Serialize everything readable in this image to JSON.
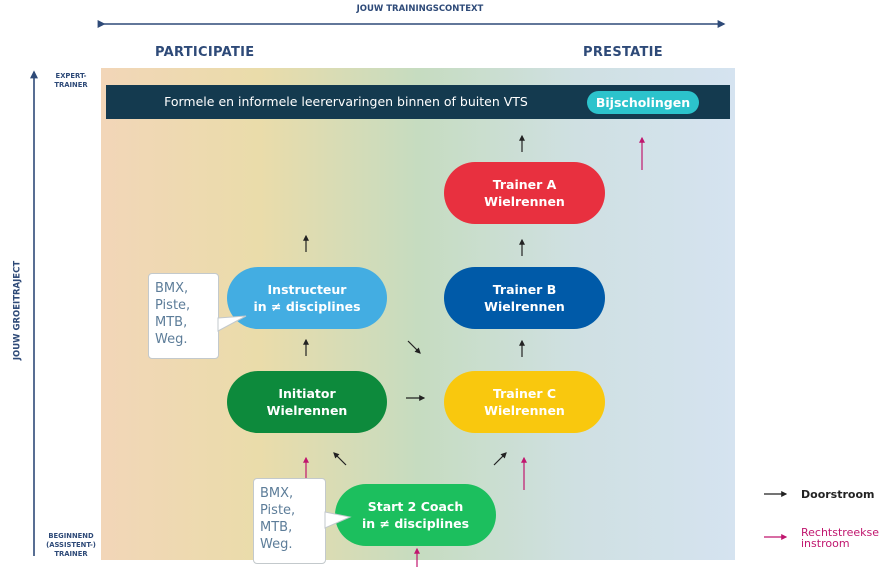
{
  "header": {
    "context_label": "JOUW TRAININGSCONTEXT",
    "left_label": "PARTICIPATIE",
    "right_label": "PRESTATIE"
  },
  "side": {
    "vertical_label": "JOUW GROEITRAJECT",
    "top_label_line1": "EXPERT-",
    "top_label_line2": "TRAINER",
    "bottom_label_line1": "BEGINNEND",
    "bottom_label_line2": "(ASSISTENT-)",
    "bottom_label_line3": "TRAINER"
  },
  "banner": {
    "text": "Formele en informele leerervaringen binnen of buiten VTS",
    "button": "Bijscholingen"
  },
  "nodes": {
    "trainer_a": {
      "line1": "Trainer A",
      "line2": "Wielrennen",
      "color": "#e8303f"
    },
    "trainer_b": {
      "line1": "Trainer B",
      "line2": "Wielrennen",
      "color": "#005aa8"
    },
    "trainer_c": {
      "line1": "Trainer C",
      "line2": "Wielrennen",
      "color": "#f9c80e"
    },
    "instructeur": {
      "line1": "Instructeur",
      "line2": "in ≠ disciplines",
      "color": "#43ade2"
    },
    "initiator": {
      "line1": "Initiator",
      "line2": "Wielrennen",
      "color": "#0d8a3c"
    },
    "start2coach": {
      "line1": "Start 2 Coach",
      "line2": "in ≠ disciplines",
      "color": "#1cbf5e"
    }
  },
  "bubbles": {
    "top": [
      "BMX,",
      "Piste,",
      "MTB,",
      "Weg."
    ],
    "bottom": [
      "BMX,",
      "Piste,",
      "MTB,",
      "Weg."
    ]
  },
  "legend": {
    "doorstroom": "Doorstroom",
    "rechtstreekse_line1": "Rechtstreekse",
    "rechtstreekse_line2": "instroom"
  },
  "colors": {
    "navy": "#143a4f",
    "axis": "#2e4a78",
    "magenta": "#c0166e"
  }
}
